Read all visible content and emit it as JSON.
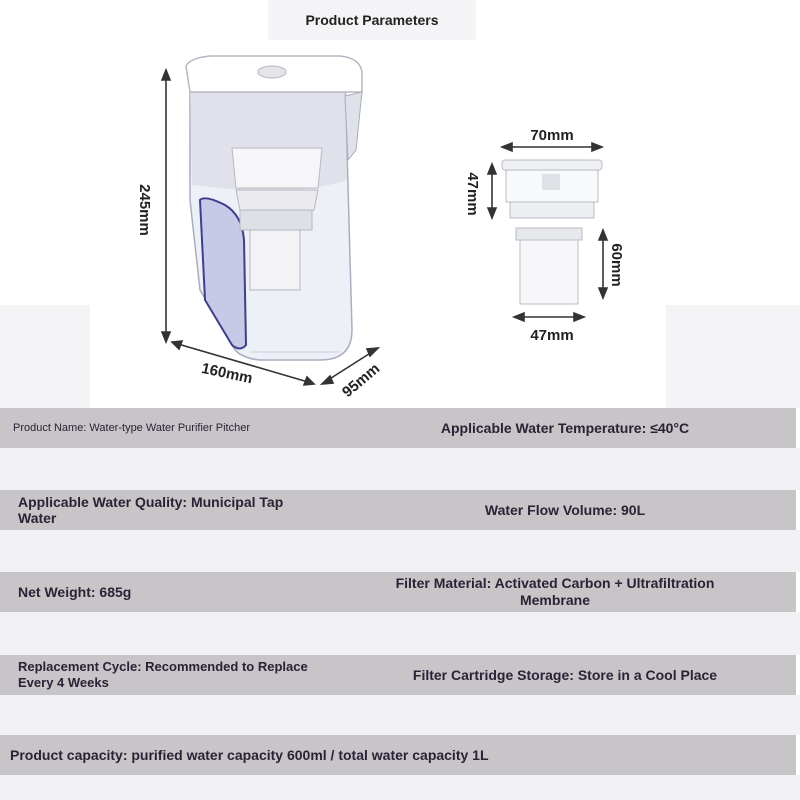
{
  "header": {
    "title": "Product Parameters"
  },
  "dimensions": {
    "pitcher_height": "245mm",
    "pitcher_width": "160mm",
    "pitcher_depth": "95mm",
    "filter_top_width": "70mm",
    "filter_top_height": "47mm",
    "filter_bottom_height": "60mm",
    "filter_bottom_width": "47mm"
  },
  "params": {
    "product_name": "Product Name: Water-type Water Purifier Pitcher",
    "water_temperature": "Applicable Water Temperature: ≤40°C",
    "water_quality": "Applicable Water Quality: Municipal Tap Water",
    "flow_volume": "Water Flow Volume: 90L",
    "net_weight": "Net Weight: 685g",
    "filter_material": "Filter Material: Activated Carbon + Ultrafiltration Membrane",
    "replacement_cycle": "Replacement Cycle: Recommended to Replace Every 4 Weeks",
    "cartridge_storage": "Filter Cartridge Storage: Store in a Cool Place",
    "capacity": "Product capacity: purified water capacity 600ml / total water capacity 1L"
  }
}
